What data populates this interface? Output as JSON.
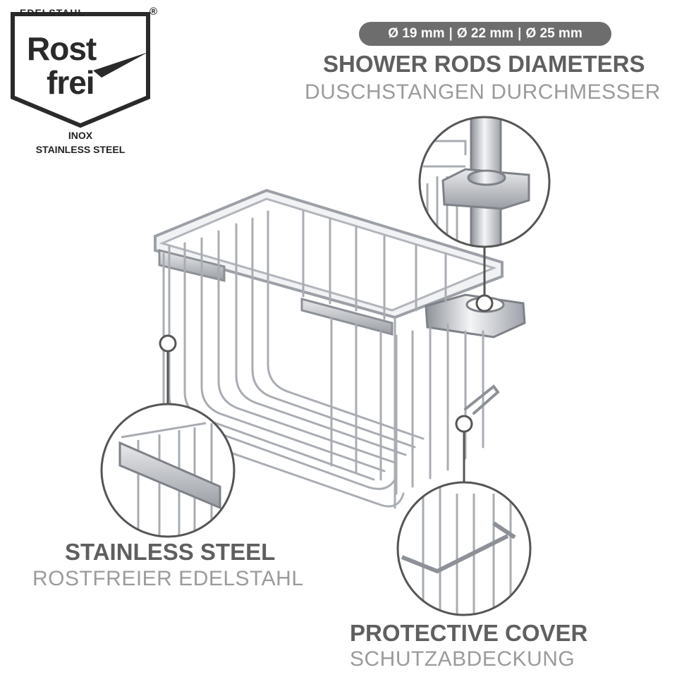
{
  "logo": {
    "top_text": "EDELSTAHL",
    "registered": "®",
    "line1": "Rost",
    "line2": "frei",
    "inox": "INOX",
    "stainless": "STAINLESS STEEL"
  },
  "diameters": {
    "d1": "Ø 19 mm",
    "d2": "Ø 22 mm",
    "d3": "Ø 25 mm",
    "separator": "|"
  },
  "rods": {
    "title": "SHOWER RODS DIAMETERS",
    "subtitle": "DUSCHSTANGEN DURCHMESSER"
  },
  "steel": {
    "title": "STAINLESS STEEL",
    "subtitle": "ROSTFREIER EDELSTAHL"
  },
  "cover": {
    "title": "PROTECTIVE COVER",
    "subtitle": "SCHUTZABDECKUNG"
  },
  "colors": {
    "text_dark": "#5f5f5f",
    "text_light": "#9b9b9b",
    "pill": "#6d6d6d",
    "chrome": "#b8bcc2",
    "outline": "#444444"
  }
}
